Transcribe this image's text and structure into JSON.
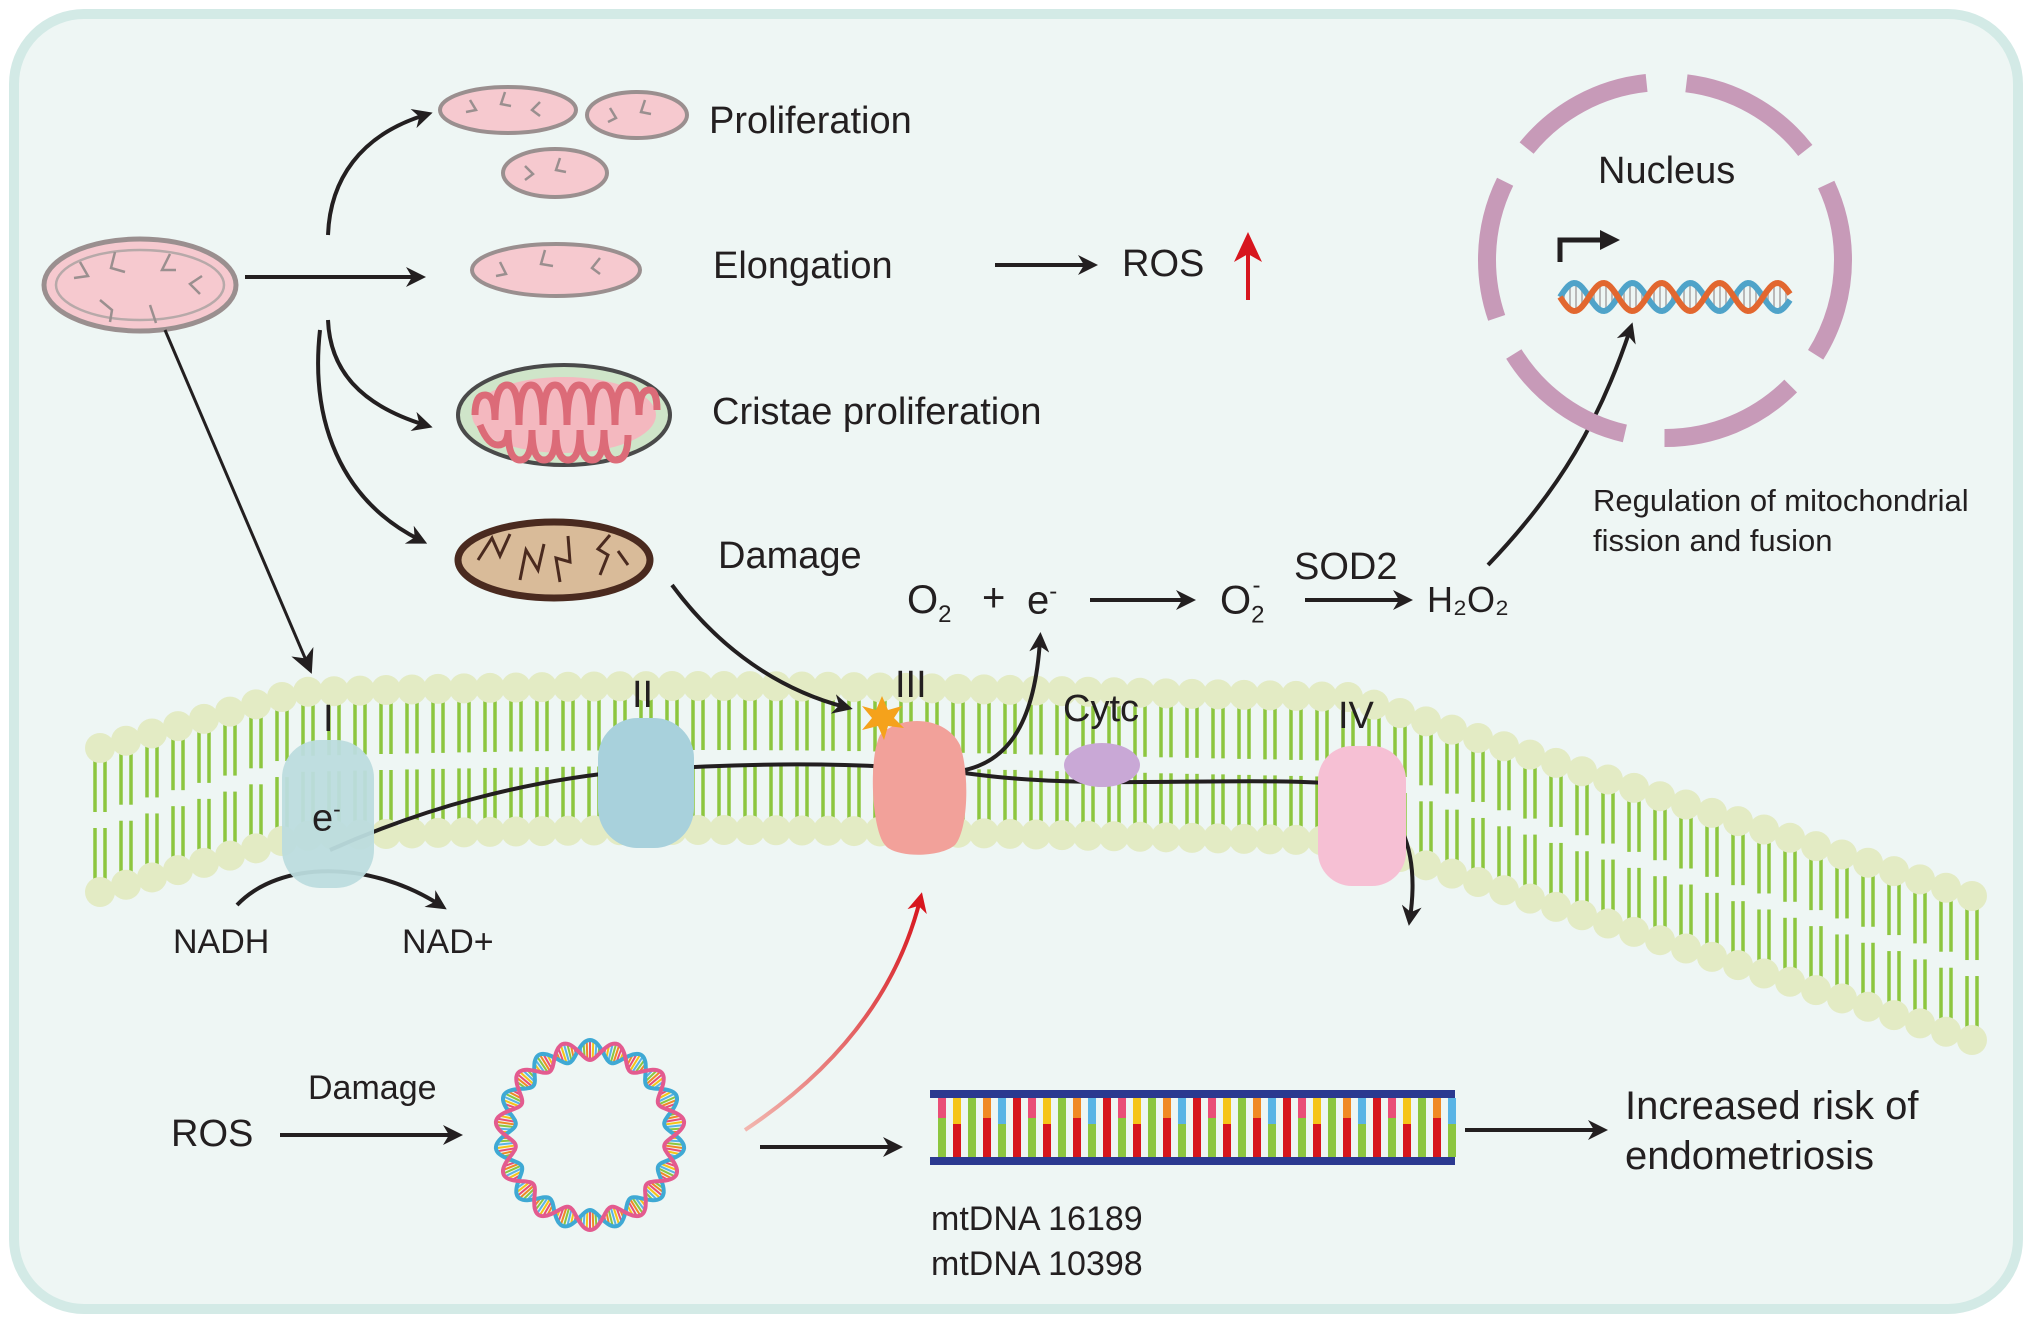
{
  "colors": {
    "panel_bg": "#eef6f4",
    "panel_border": "#d3eae6",
    "mito_pink": "#f6c9cf",
    "mito_outline": "#9a8f8f",
    "cristae_green": "#cfe5c9",
    "cristae_red": "#dc6b78",
    "damaged_fill": "#d9bb99",
    "damaged_outline": "#4a2a1f",
    "membrane_head": "#e3ebc4",
    "membrane_tail": "#8dc63f",
    "complex_I": "#bcdcde",
    "complex_II": "#a8d1dc",
    "complex_III": "#f2a19a",
    "cytc": "#c9a8d6",
    "complex_IV": "#f6c0d4",
    "nucleus": "#c79ab8",
    "red_arrow": "#d7161e",
    "black_arrow": "#231f20"
  },
  "labels": {
    "proliferation": "Proliferation",
    "elongation": "Elongation",
    "ros_top": "ROS",
    "cristae": "Cristae proliferation",
    "damage_top": "Damage",
    "nucleus": "Nucleus",
    "regulation_line1": "Regulation of mitochondrial",
    "regulation_line2": "fission and fusion",
    "sod2": "SOD2",
    "complex_I": "I",
    "complex_II": "II",
    "complex_III": "III",
    "cytc": "Cytc",
    "complex_IV": "IV",
    "e_minus_base": "e",
    "e_minus_sup": "-",
    "nadh": "NADH",
    "nad_plus": "NAD+",
    "ros_bottom": "ROS",
    "damage_bottom": "Damage",
    "mtdna_1": "mtDNA 16189",
    "mtdna_2": "mtDNA 10398",
    "risk_line1": "Increased risk of",
    "risk_line2": "endometriosis"
  },
  "reaction": {
    "o2": "O",
    "o2_sub": "2",
    "plus": "+",
    "e": "e",
    "e_sup": "-",
    "superoxide": "O",
    "superoxide_sub": "2",
    "superoxide_sup": "-",
    "h2o2": "H₂O₂"
  },
  "icons": [
    "mitochondrion-icon",
    "damaged-mitochondrion-icon",
    "dna-helix-icon",
    "circular-mtdna-icon",
    "transcription-start-arrow-icon",
    "burst-icon"
  ]
}
